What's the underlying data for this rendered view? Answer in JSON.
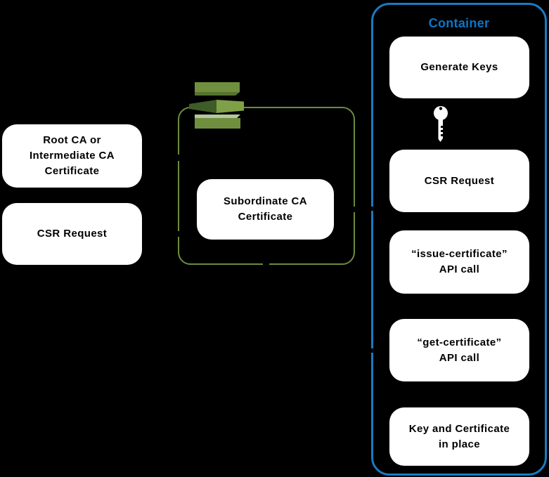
{
  "diagram": {
    "left_column": {
      "boxes": [
        {
          "label": "Root CA or\nIntermediate CA\nCertificate"
        },
        {
          "label": "CSR Request"
        }
      ]
    },
    "ca_group": {
      "icon": "certificate-authority-stack-icon",
      "border_color": "#6b8c3f",
      "box": {
        "label": "Subordinate CA\nCertificate"
      }
    },
    "container": {
      "title": "Container",
      "title_color": "#0d76c9",
      "border_color": "#1a7ac2",
      "key_icon": "key-icon",
      "boxes": [
        {
          "label": "Generate Keys"
        },
        {
          "label": "CSR Request"
        },
        {
          "label": "“issue-certificate”\nAPI call"
        },
        {
          "label": "“get-certificate”\nAPI call"
        },
        {
          "label": "Key and Certificate\nin place"
        }
      ]
    },
    "colors": {
      "background": "#000000",
      "box_fill": "#ffffff",
      "box_text": "#000000",
      "icon_olive": "#6f8f3f",
      "icon_dark_green": "#3f5c28",
      "icon_mid_green": "#7fa046",
      "icon_light_green": "#b5c79c",
      "key_fill": "#ffffff"
    }
  }
}
